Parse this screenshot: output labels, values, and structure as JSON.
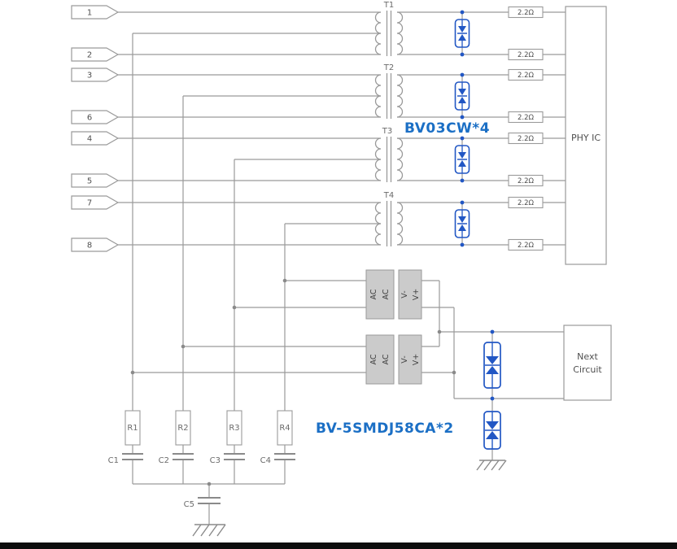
{
  "diagram": {
    "pins": [
      "1",
      "2",
      "3",
      "6",
      "4",
      "5",
      "7",
      "8"
    ],
    "transformer_labels": [
      "T1",
      "T2",
      "T3",
      "T4"
    ],
    "series_resistor_label": "2.2Ω",
    "tvs_array_label": "BV03CW*4",
    "tvs_power_label": "BV-5SMDJ58CA*2",
    "phy_ic_label": "PHY IC",
    "next_circuit_lines": [
      "Next",
      "Circuit"
    ],
    "bridge_pins": [
      "AC",
      "AC",
      "V-",
      "V+"
    ],
    "r_labels": [
      "R1",
      "R2",
      "R3",
      "R4"
    ],
    "c_labels": [
      "C1",
      "C2",
      "C3",
      "C4"
    ],
    "c5_label": "C5"
  },
  "colors": {
    "wire": "#9a9a9a",
    "label_blue": "#1b6fc5",
    "component_blue": "#2257c4",
    "bridge_fill": "#cbcbcb"
  }
}
